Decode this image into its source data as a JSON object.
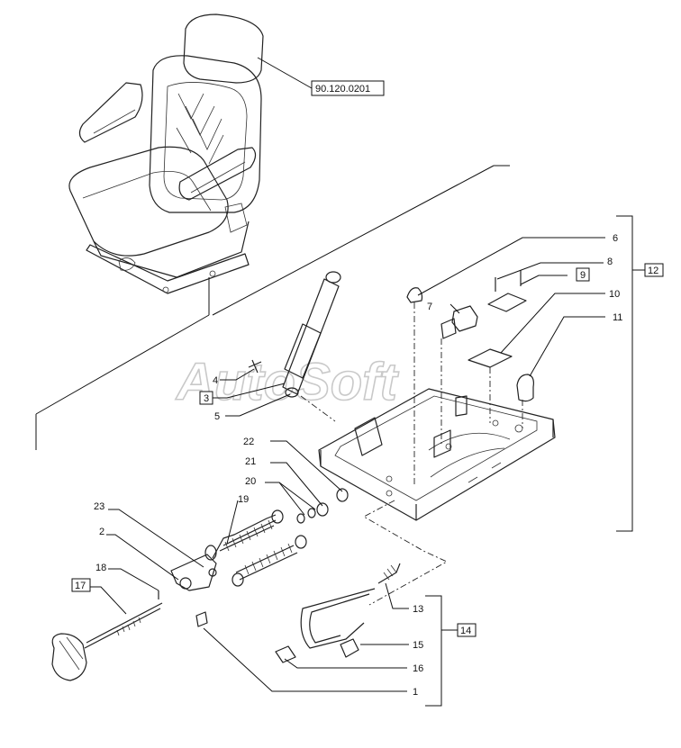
{
  "watermark": "AutoSoft",
  "reference": "90.120.0201",
  "callouts": {
    "c1": "1",
    "c2": "2",
    "c3": "3",
    "c4": "4",
    "c5": "5",
    "c6": "6",
    "c7": "7",
    "c8": "8",
    "c9": "9",
    "c10": "10",
    "c11": "11",
    "c12": "12",
    "c13": "13",
    "c14": "14",
    "c15": "15",
    "c16": "16",
    "c17": "17",
    "c18": "18",
    "c19": "19",
    "c20": "20",
    "c21": "21",
    "c22": "22",
    "c23": "23"
  }
}
